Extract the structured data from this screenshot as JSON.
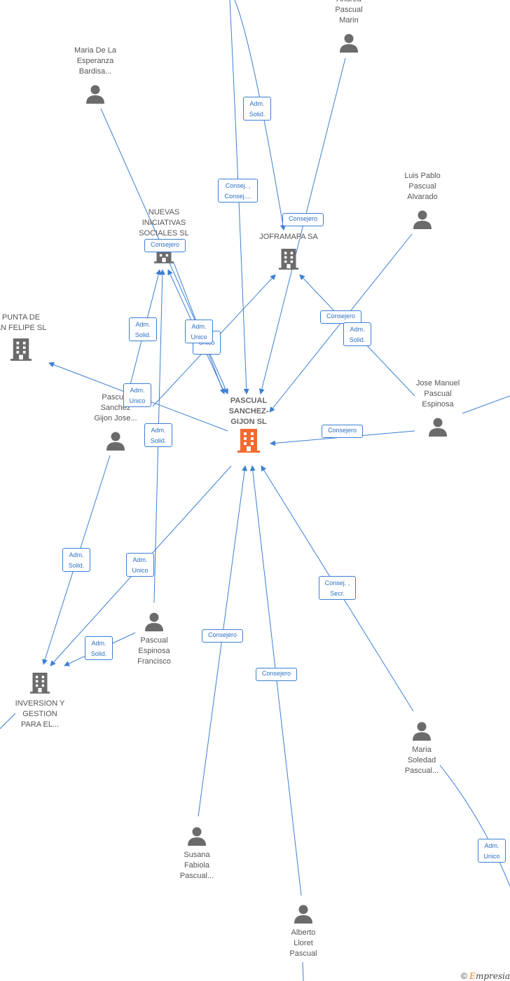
{
  "nodes": {
    "center": {
      "label": "PASCUAL\nSANCHEZ-\nGIJON  SL",
      "type": "company-main"
    },
    "joframapa": {
      "label": "JOFRAMAPA SA",
      "type": "company"
    },
    "nuevas": {
      "label": "NUEVAS\nINICIATIVAS\nSOCIALES SL",
      "type": "company"
    },
    "punta": {
      "label": "PUNTA DE\nAN FELIPE SL",
      "type": "company"
    },
    "inversion": {
      "label": "INVERSION Y\nGESTION\nPARA EL...",
      "type": "company"
    },
    "andrea": {
      "label": "Andrea\nPascual\nMarin",
      "type": "person"
    },
    "maria_esperanza": {
      "label": "Maria De La\nEsperanza\nBardisa...",
      "type": "person"
    },
    "luis": {
      "label": "Luis Pablo\nPascual\nAlvarado",
      "type": "person"
    },
    "jose_manuel": {
      "label": "Jose Manuel\nPascual\nEspinosa",
      "type": "person"
    },
    "pascual_gijon": {
      "label": "Pascual\nSanchez\nGijon Jose...",
      "type": "person"
    },
    "pascual_espinosa": {
      "label": "Pascual\nEspinosa\nFrancisco",
      "type": "person"
    },
    "maria_soledad": {
      "label": "Maria\nSoledad\nPascual...",
      "type": "person"
    },
    "susana": {
      "label": "Susana\nFabiola\nPascual...",
      "type": "person"
    },
    "alberto": {
      "label": "Alberto\nLloret\nPascual",
      "type": "person"
    }
  },
  "relations": {
    "r1": "Adm.\nSolid.",
    "r2": "Consej. ,\nConsej....",
    "r3": "Consejero",
    "r4": "Consejero",
    "r5": "Consejero",
    "r6": "Adm.\nSolid.",
    "r7": "Adm.\nUnico",
    "r8": "Unico",
    "r9": "Adm.\nSolid.",
    "r10": "Adm.\nUnico",
    "r11": "Adm.\nSolid.",
    "r12": "Consejero",
    "r13": "Adm.\nSolid.",
    "r14": "Adm.\nUnico",
    "r15": "Adm.\nSolid.",
    "r16": "Consej. ,\nSecr.",
    "r17": "Consejero",
    "r18": "Consejero",
    "r19": "Adm.\nUnico"
  },
  "colors": {
    "edge": "#3b7fd4",
    "company": "#6b6b6b",
    "company_main": "#f26a2e",
    "person": "#6b6b6b"
  },
  "footer": {
    "copyright": "©",
    "brand_first": "E",
    "brand_rest": "mpresia"
  }
}
